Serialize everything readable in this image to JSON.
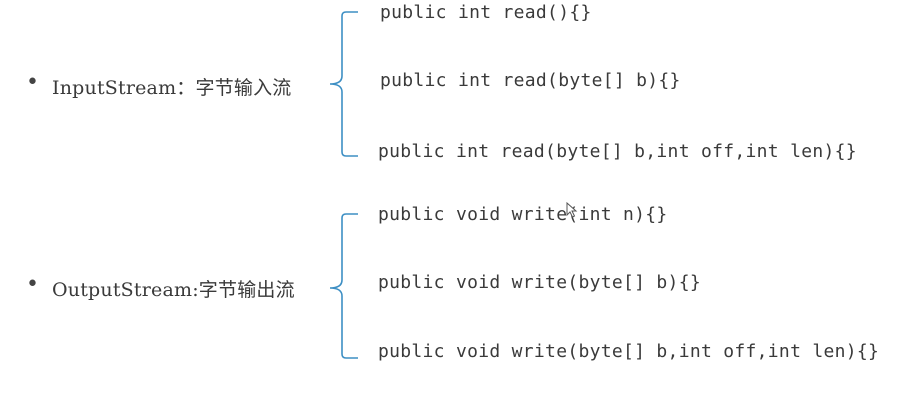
{
  "groups": [
    {
      "label": "InputStream：字节输入流",
      "methods": [
        "public int read(){}",
        "public int read(byte[] b){}",
        "public int read(byte[] b,int off,int len){}"
      ]
    },
    {
      "label": "OutputStream:字节输出流",
      "methods": [
        "public void write(int n){}",
        "public void write(byte[] b){}",
        "public void write(byte[] b,int off,int len){}"
      ]
    }
  ],
  "bullet_glyph": "•",
  "colors": {
    "brace": "#3d8fc4",
    "text": "#3a3a3a",
    "background": "#ffffff"
  },
  "icons": [
    "mouse-cursor-icon"
  ]
}
